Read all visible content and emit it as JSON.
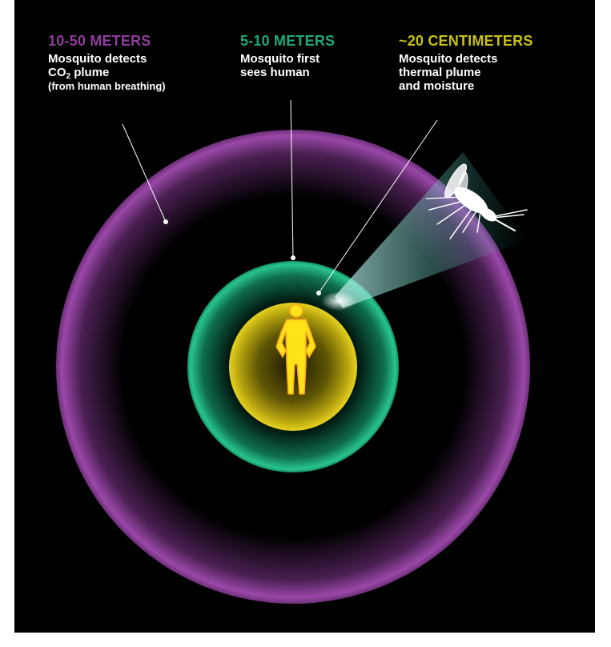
{
  "colors": {
    "outer_zone": "#8e3d9a",
    "middle_zone": "#1fa978",
    "inner_zone": "#d9c514",
    "human": "#ffe31a",
    "background": "#000000",
    "text": "#ffffff"
  },
  "zones": {
    "outer": {
      "heading": "10-50 METERS",
      "line1_pre": "Mosquito detects",
      "line2_a": "CO",
      "line2_sub": "2",
      "line2_b": " plume",
      "line3": "(from human breathing)"
    },
    "middle": {
      "heading": "5-10 METERS",
      "line1": "Mosquito first",
      "line2": "sees human"
    },
    "inner": {
      "heading": "~20 CENTIMETERS",
      "line1": "Mosquito detects",
      "line2": "thermal plume",
      "line3": "and moisture"
    }
  },
  "icons": {
    "human": "human-silhouette-icon",
    "mosquito": "mosquito-icon"
  }
}
